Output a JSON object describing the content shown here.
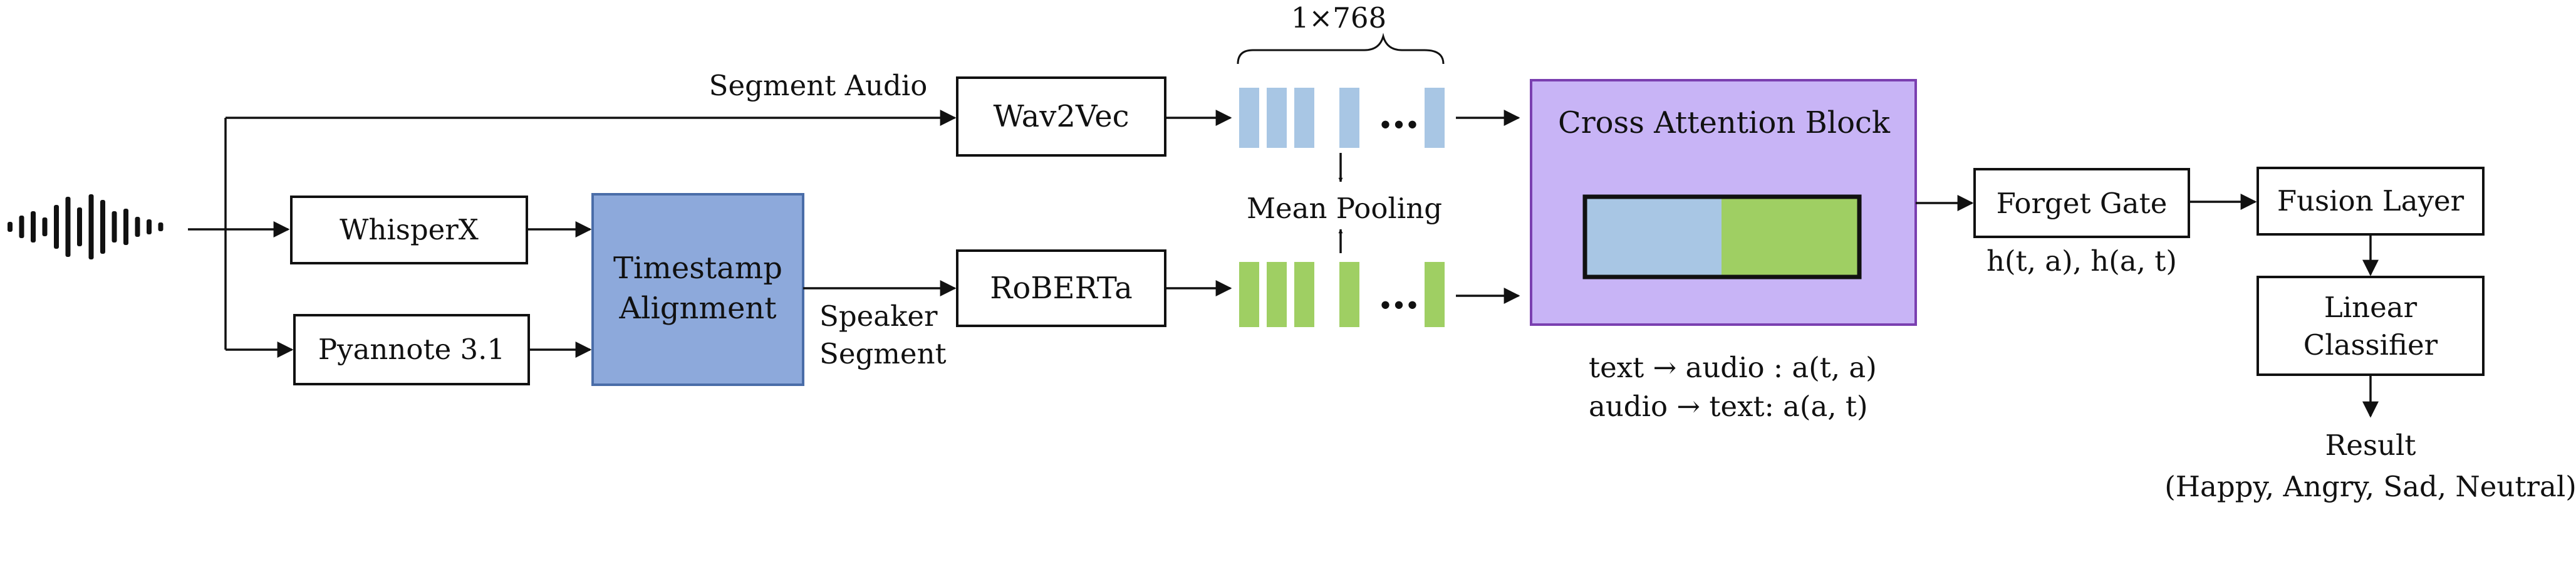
{
  "dimension_label": "1×768",
  "edge_labels": {
    "segment_audio": "Segment Audio",
    "speaker_segment": [
      "Speaker",
      "Segment"
    ],
    "mean_pooling": "Mean Pooling"
  },
  "nodes": {
    "whisperx": "WhisperX",
    "pyannote": "Pyannote 3.1",
    "timestamp_alignment": [
      "Timestamp",
      "Alignment"
    ],
    "wav2vec": "Wav2Vec",
    "roberta": "RoBERTa",
    "cross_attention": "Cross Attention Block",
    "forget_gate": "Forget Gate",
    "fusion_layer": "Fusion Layer",
    "linear_classifier": [
      "Linear",
      "Classifier"
    ]
  },
  "annotations": {
    "gate_outputs": "h(t, a), h(a, t)",
    "text_to_audio": "text → audio : a(t, a)",
    "audio_to_text": "audio → text: a(a, t)",
    "result_title": "Result",
    "result_classes": "(Happy, Angry, Sad, Neutral)"
  },
  "ellipsis": "…",
  "colors": {
    "audio_embedding": "#a8c6e4",
    "text_embedding": "#9fcf63",
    "timestamp_fill": "#8da9db",
    "timestamp_border": "#4a6da8",
    "cross_attention_fill": "#c8b4f6",
    "cross_attention_border": "#7a3fb0",
    "stroke": "#111111"
  },
  "icons": {
    "audio_input": "waveform-icon"
  }
}
